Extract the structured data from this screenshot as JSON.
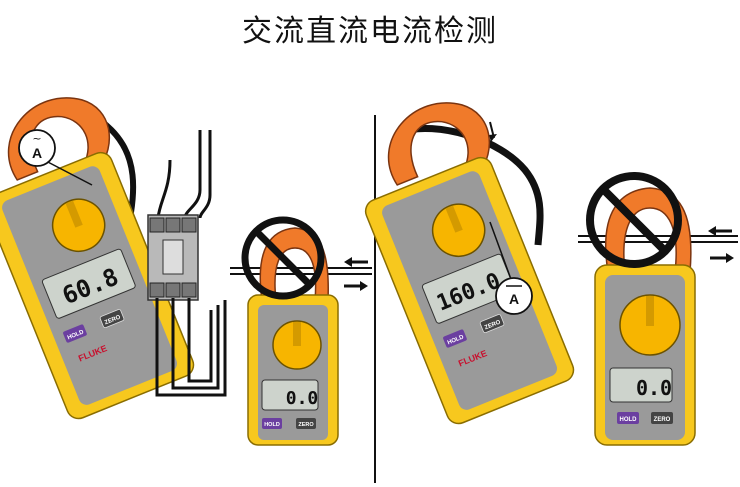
{
  "title": "交流直流电流检测",
  "colors": {
    "meter_yellow": "#f7c81e",
    "jaw_orange": "#f07a2a",
    "body_gray": "#9a9a9a",
    "lcd_bg": "#cdd3cc",
    "hold_purple": "#6b3fa0",
    "cable": "#111111"
  },
  "panels": [
    {
      "mode_symbol": "A",
      "mode_type": "ac",
      "display_value": "60.8",
      "hold_label": "HOLD",
      "zero_label": "ZERO",
      "brand": "FLUKE"
    },
    {
      "display_value": "0.0",
      "hold_label": "HOLD",
      "zero_label": "ZERO",
      "prohibited": true
    },
    {
      "mode_symbol": "A",
      "mode_type": "dc",
      "display_value": "160.0",
      "hold_label": "HOLD",
      "zero_label": "ZERO",
      "brand": "FLUKE"
    },
    {
      "display_value": "0.0",
      "hold_label": "HOLD",
      "zero_label": "ZERO",
      "prohibited": true
    }
  ]
}
